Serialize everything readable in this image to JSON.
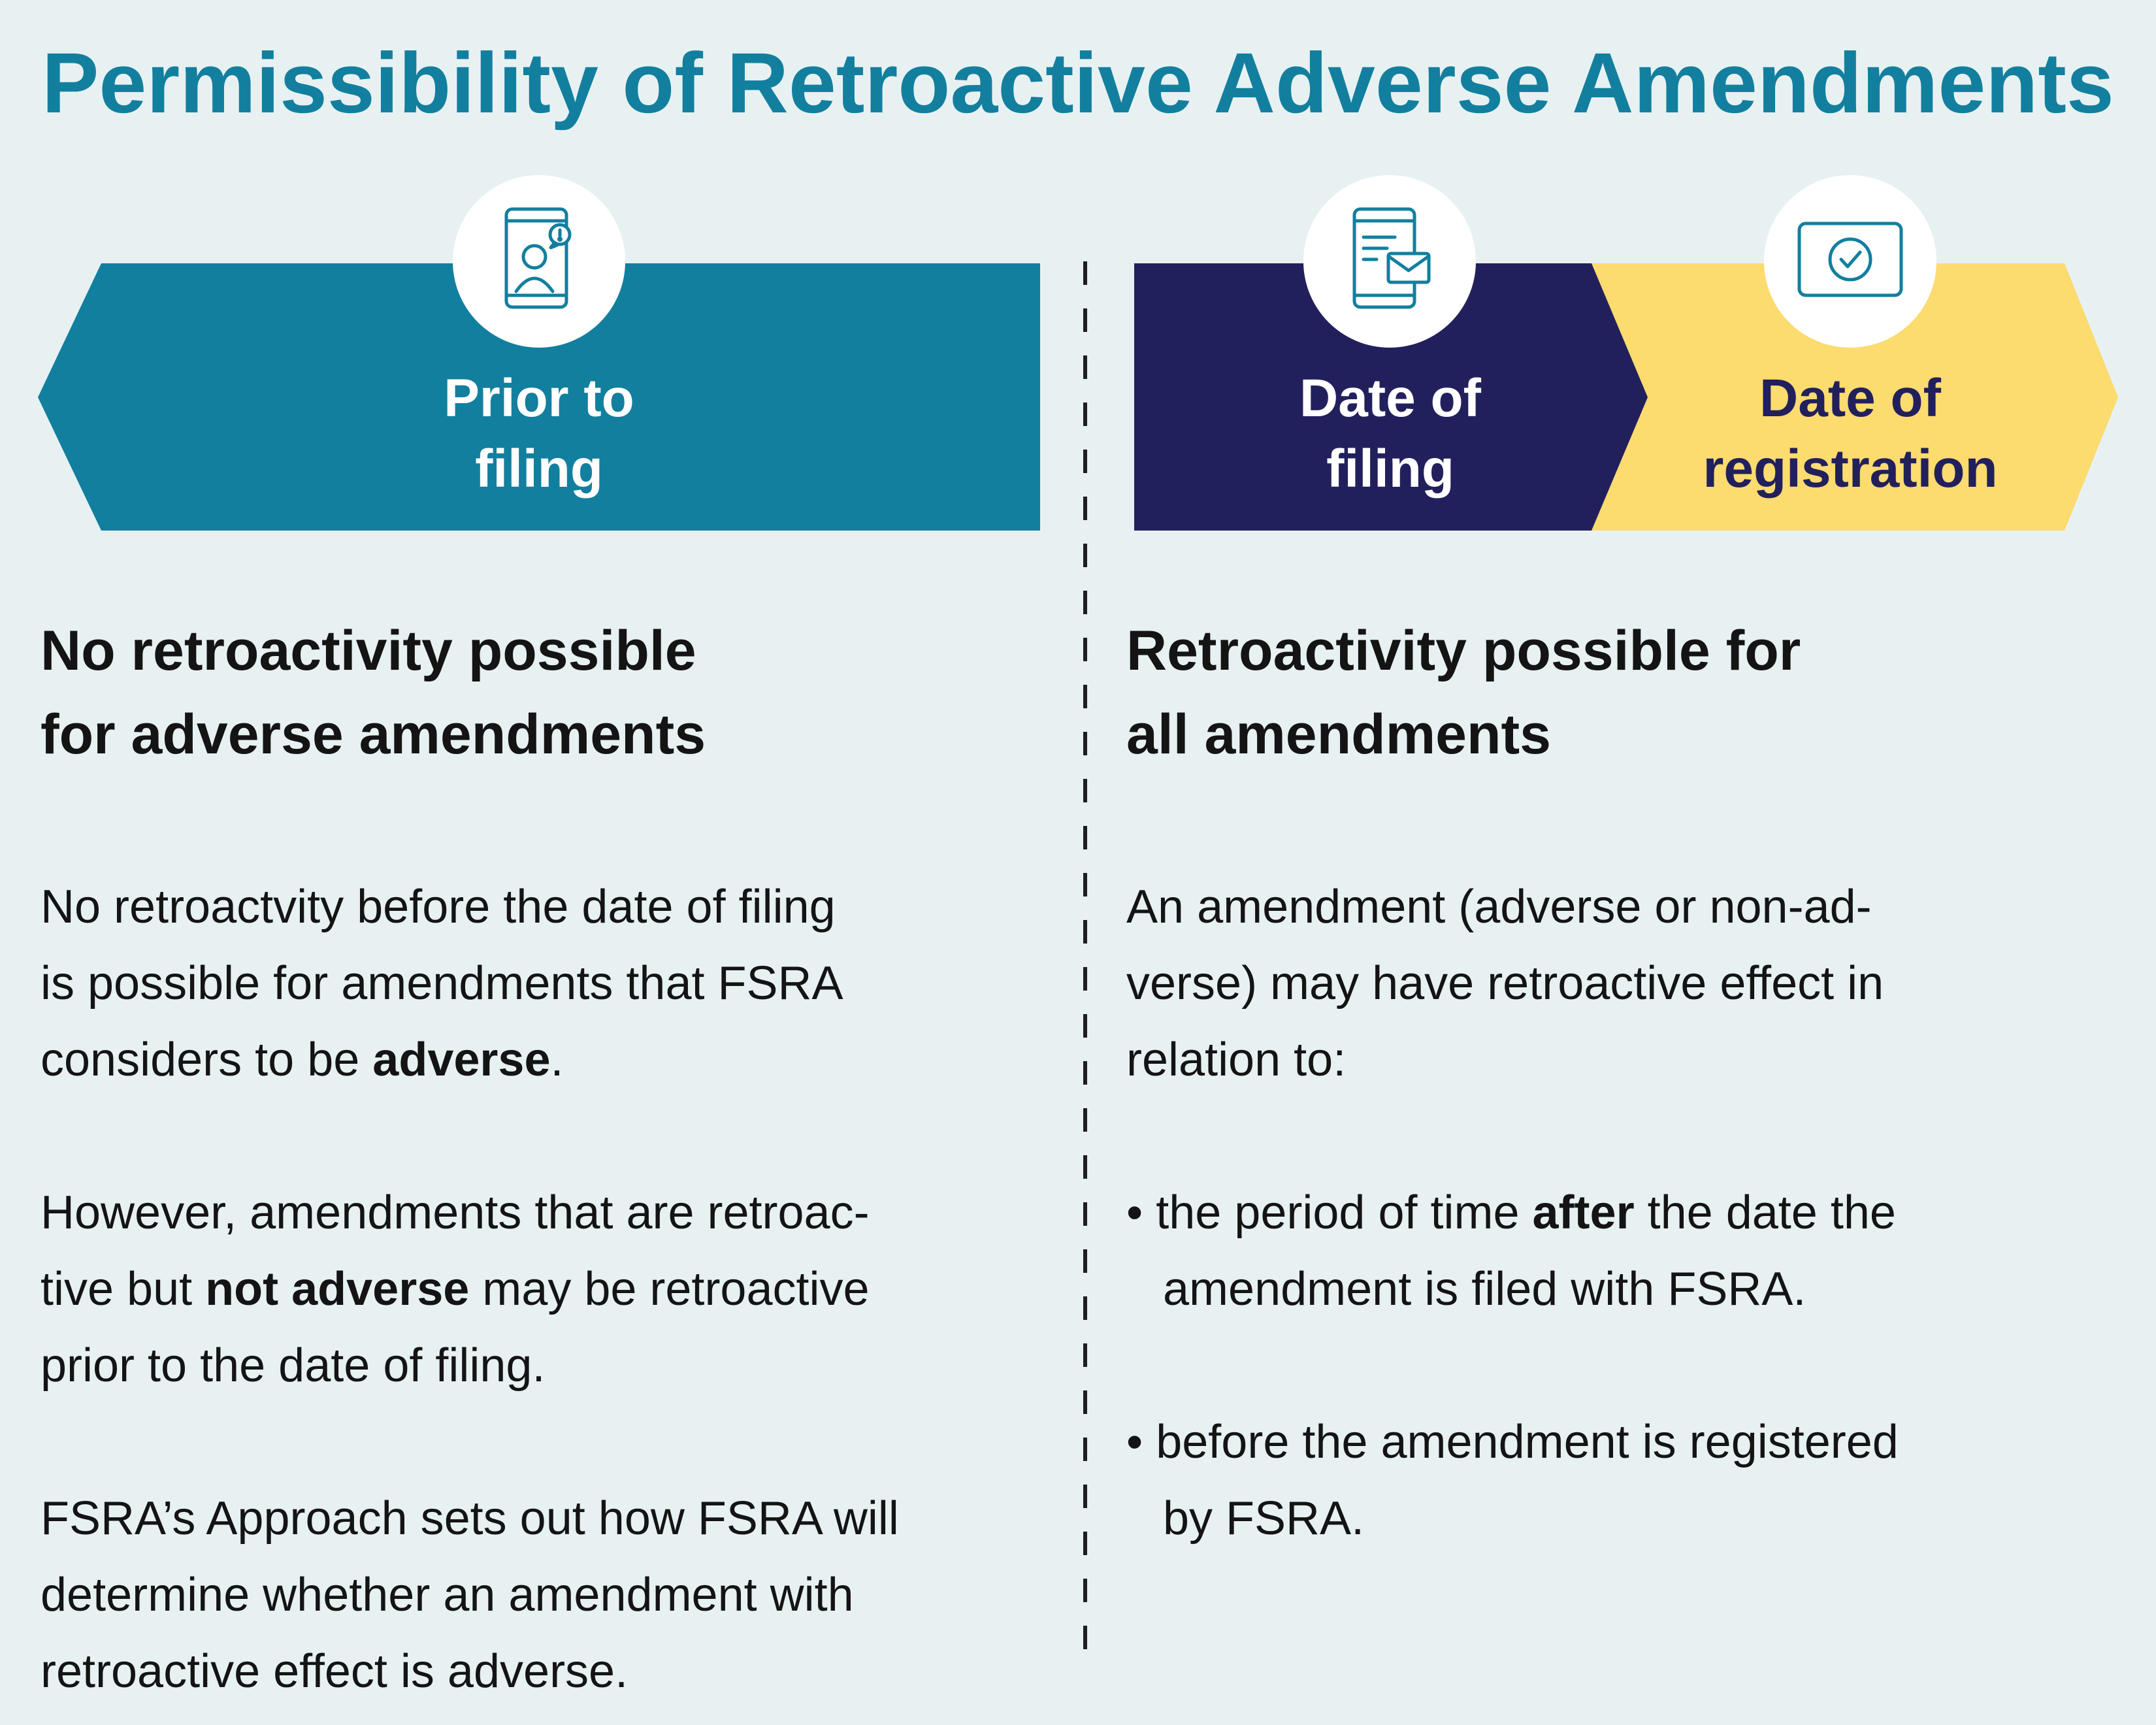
{
  "title": "Permissibility of Retroactive Adverse Amendments",
  "colors": {
    "title": "#137f9f",
    "teal_banner": "#127f9f",
    "navy_banner": "#22205c",
    "yellow_banner": "#fcdb6f",
    "icon_stroke": "#127f9f",
    "background": "#e8f1f2"
  },
  "timeline": [
    {
      "label_line1": "Prior to",
      "label_line2": "filing",
      "icon": "phone-user-chat-icon"
    },
    {
      "label_line1": "Date of",
      "label_line2": "filing",
      "icon": "document-mail-icon"
    },
    {
      "label_line1": "Date of",
      "label_line2": "registration",
      "icon": "checkmark-card-icon"
    }
  ],
  "left": {
    "heading_line1": "No retroactivity possible",
    "heading_line2": "for adverse amendments",
    "p1": {
      "line1": "No retroactvity before the date of filing",
      "line2": "is possible for amendments that FSRA",
      "line3_pre": "considers to be ",
      "line3_bold": "adverse",
      "line3_post": "."
    },
    "p2": {
      "line1": "However, amendments that are retroac-",
      "line2_pre": "tive but ",
      "line2_bold": "not adverse",
      "line2_post": " may be retroactive",
      "line3": "prior to the date of filing."
    },
    "p3": {
      "line1": "FSRA’s Approach sets out how FSRA will",
      "line2": "determine whether an amendment with",
      "line3": "retroactive effect is adverse."
    }
  },
  "right": {
    "heading_line1": "Retroactivity possible for",
    "heading_line2": "all amendments",
    "intro": {
      "line1": "An amendment (adverse or non-ad-",
      "line2": "verse) may have retroactive effect in",
      "line3": "relation to:"
    },
    "bullet1": {
      "pre": "• the period of time ",
      "bold": "after",
      "post": " the date the",
      "line2": "amendment is filed with FSRA."
    },
    "bullet2": {
      "line1": "• before the amendment is registered",
      "line2": "by FSRA."
    }
  }
}
